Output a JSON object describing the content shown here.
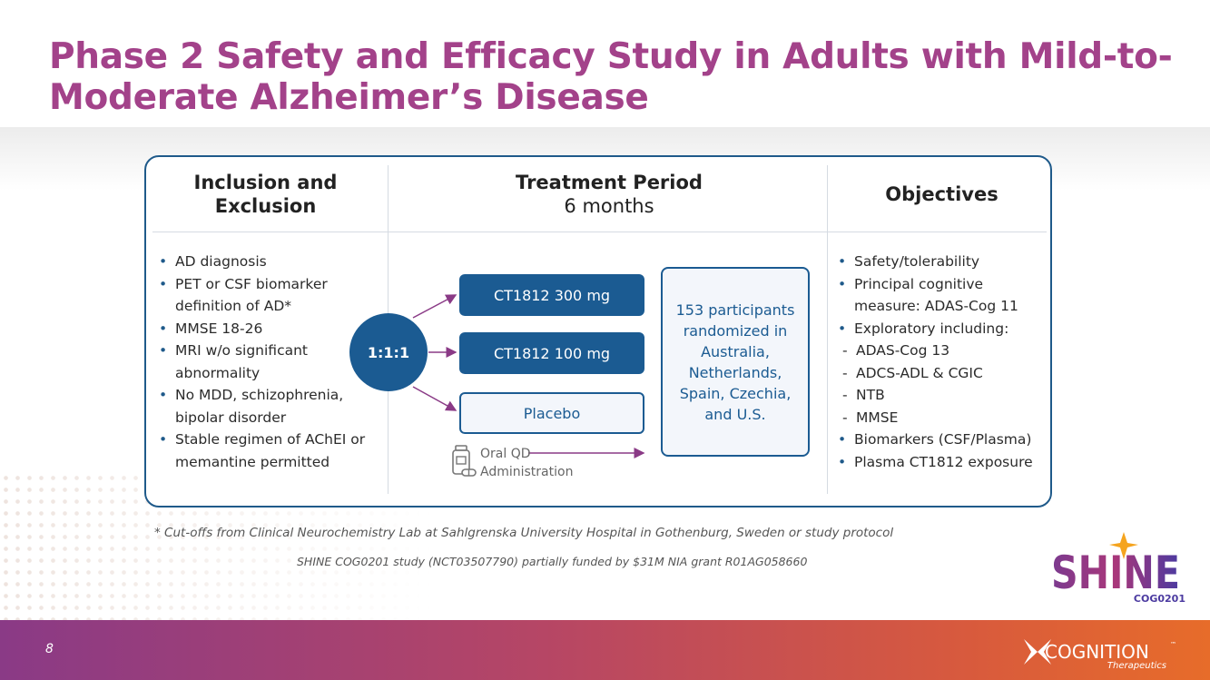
{
  "title": "Phase 2 Safety and Efficacy Study in Adults with Mild-to-Moderate Alzheimer’s Disease",
  "headers": {
    "inclusion": "Inclusion and Exclusion",
    "treatment": "Treatment Period",
    "treatment_sub": "6 months",
    "objectives": "Objectives"
  },
  "inclusion_items": [
    "AD diagnosis",
    "PET or CSF biomarker definition of AD*",
    "MMSE 18-26",
    "MRI w/o significant abnormality",
    "No MDD, schizophrenia, bipolar disorder",
    "Stable regimen of AChEI or memantine permitted"
  ],
  "randomization": "1:1:1",
  "arms": [
    "CT1812 300 mg",
    "CT1812 100 mg",
    "Placebo"
  ],
  "participants": "153 participants randomized in Australia, Netherlands, Spain, Czechia, and U.S.",
  "oral_label": "Oral QD Administration",
  "objectives": {
    "item1": "Safety/tolerability",
    "item2": "Principal cognitive measure: ADAS-Cog 11",
    "item3": "Exploratory including:",
    "sub1": "ADAS-Cog 13",
    "sub2": "ADCS-ADL & CGIC",
    "sub3": "NTB",
    "sub4": "MMSE",
    "item4": "Biomarkers (CSF/Plasma)",
    "item5": "Plasma CT1812 exposure"
  },
  "footnote": "*   Cut-offs from Clinical Neurochemistry Lab at Sahlgrenska University Hospital in Gothenburg, Sweden or study protocol",
  "funding": "SHINE COG0201 study (NCT03507790) partially funded by $31M NIA grant R01AG058660",
  "shine_logo": {
    "word": "SHINE",
    "sub": "COG0201"
  },
  "company_logo": {
    "name": "COGNITION",
    "tm": "™",
    "sub": "Therapeutics"
  },
  "page_number": "8",
  "colors": {
    "title": "#a3428a",
    "primary_blue": "#1b5b92",
    "footer_start": "#8a3a86",
    "footer_end": "#e76c2a"
  }
}
